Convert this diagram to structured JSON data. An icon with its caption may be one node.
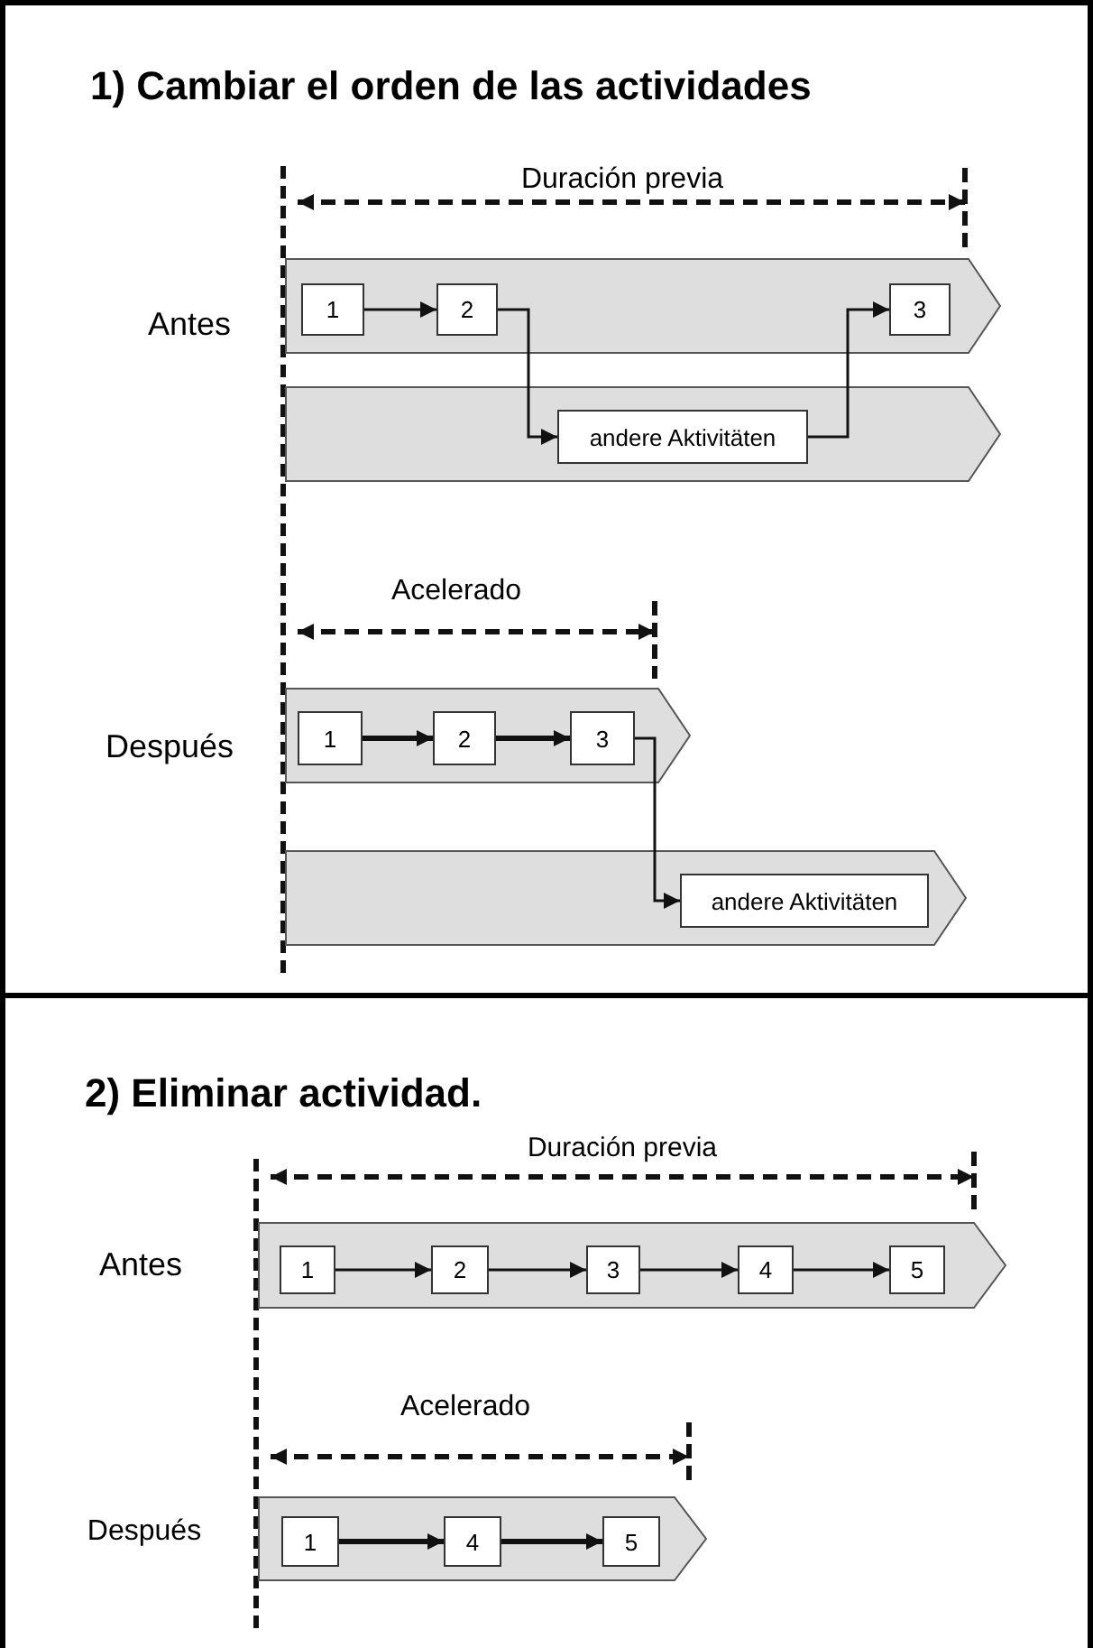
{
  "diagram": {
    "nodes": [
      {
        "text": [
          "1) Cambiar el orden de las actividades"
        ]
      },
      {
        "text": [],
        "shape": "bar",
        "in": 0
      },
      {
        "text": [
          "1"
        ],
        "in": 1
      },
      {
        "text": [
          "2"
        ],
        "in": 1
      },
      {
        "text": [
          "3"
        ],
        "in": 1
      },
      {
        "text": [],
        "shape": "bar",
        "in": 0
      },
      {
        "text": [
          "andere Aktivitäten"
        ],
        "in": 5
      },
      {
        "text": [],
        "shape": "bar",
        "in": 0
      },
      {
        "text": [
          "1"
        ],
        "in": 7
      },
      {
        "text": [
          "2"
        ],
        "in": 7
      },
      {
        "text": [
          "3"
        ],
        "in": 7
      },
      {
        "text": [],
        "shape": "bar",
        "in": 0
      },
      {
        "text": [
          "andere Aktivitäten"
        ],
        "in": 11
      },
      {
        "text": [
          "2) Eliminar actividad."
        ]
      },
      {
        "text": [],
        "shape": "bar",
        "in": 13
      },
      {
        "text": [
          "1"
        ],
        "in": 14
      },
      {
        "text": [
          "2"
        ],
        "in": 14
      },
      {
        "text": [
          "3"
        ],
        "in": 14
      },
      {
        "text": [
          "4"
        ],
        "in": 14
      },
      {
        "text": [
          "5"
        ],
        "in": 14
      },
      {
        "text": [],
        "shape": "bar",
        "in": 13
      },
      {
        "text": [
          "1"
        ],
        "in": 20
      },
      {
        "text": [
          "4"
        ],
        "in": 20
      },
      {
        "text": [
          "5"
        ],
        "in": 20
      }
    ],
    "edges": [
      {
        "from": 2,
        "to": 3,
        "arrow": "to"
      },
      {
        "from": 3,
        "to": 6,
        "arrow": "to"
      },
      {
        "from": 6,
        "to": 4,
        "arrow": "to"
      },
      {
        "from": 8,
        "to": 9,
        "arrow": "to",
        "style": "thick"
      },
      {
        "from": 9,
        "to": 10,
        "arrow": "to",
        "style": "thick"
      },
      {
        "from": 10,
        "to": 12,
        "arrow": "to"
      },
      {
        "from": 15,
        "to": 16,
        "arrow": "to"
      },
      {
        "from": 16,
        "to": 17,
        "arrow": "to"
      },
      {
        "from": 17,
        "to": 18,
        "arrow": "to"
      },
      {
        "from": 18,
        "to": 19,
        "arrow": "to"
      },
      {
        "from": 21,
        "to": 22,
        "arrow": "to",
        "style": "thick"
      },
      {
        "from": 22,
        "to": 23,
        "arrow": "to",
        "style": "thick"
      }
    ],
    "labels": [
      "Duración previa",
      "Antes",
      "Acelerado",
      "Después",
      "Duración previa",
      "Antes",
      "Acelerado",
      "Después"
    ]
  }
}
